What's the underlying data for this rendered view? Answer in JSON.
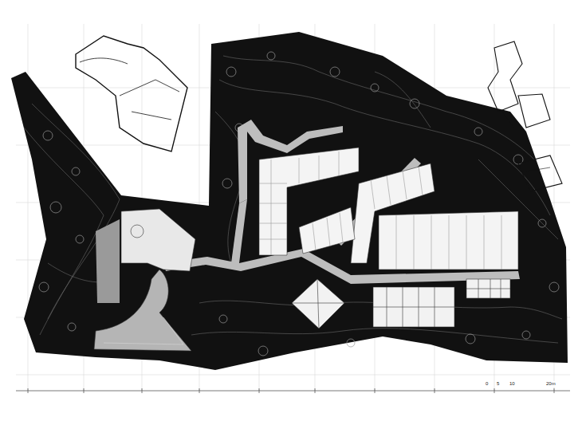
{
  "diagram": {
    "labels": [
      "0",
      "5",
      "10",
      "20m"
    ]
  }
}
